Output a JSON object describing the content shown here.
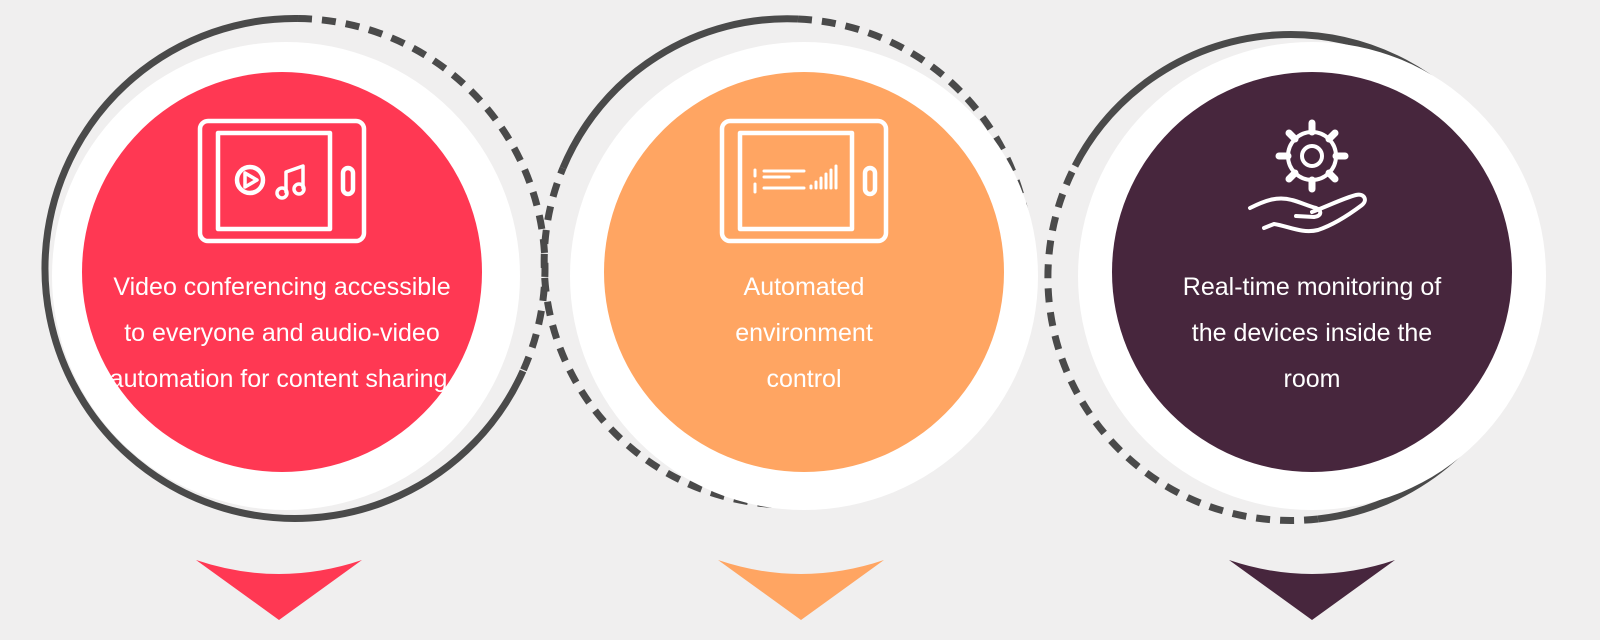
{
  "colors": {
    "background": "#f0efef",
    "ring": "#4a4a4a",
    "halo": "#ffffff",
    "text": "#ffffff"
  },
  "features": [
    {
      "label": "Video conferencing accessible to everyone and audio-video automation for content sharing.",
      "color": "#ff3853",
      "icon": "tablet-media-icon"
    },
    {
      "label": "Automated environment control",
      "color": "#ffa562",
      "icon": "tablet-environment-icon"
    },
    {
      "label": "Real-time monitoring of the devices inside the room",
      "color": "#47263d",
      "icon": "gear-in-hand-icon"
    }
  ]
}
